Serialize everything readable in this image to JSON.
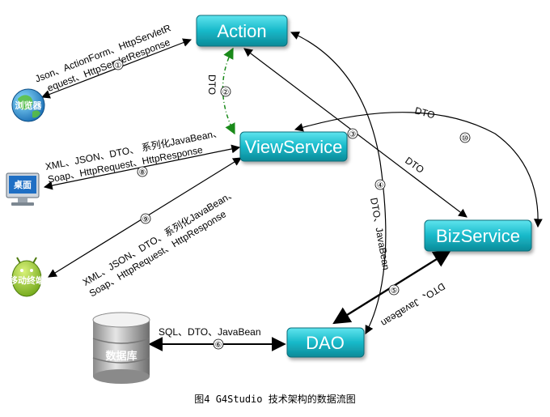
{
  "nodes": {
    "action": "Action",
    "viewservice": "ViewService",
    "bizservice": "BizService",
    "dao": "DAO"
  },
  "clients": {
    "browser": "浏览器",
    "desktop": "桌面",
    "mobile": "移动终端",
    "database": "数据库"
  },
  "edges": {
    "browser_action": {
      "line1": "Json、ActionForm、HttpServletR",
      "line2": "equest、HttpServletResponse",
      "num": "①"
    },
    "action_viewservice": {
      "label": "DTO",
      "num": "②"
    },
    "desktop_viewservice": {
      "line1": "XML、JSON、DTO、 系列化JavaBean、",
      "line2": "Soap、HttpRequest、HttpResponse",
      "num": "⑧"
    },
    "mobile_viewservice": {
      "line1": "XML、JSON、DTO、系列化JavaBean、",
      "line2": "Soap、HttpRequest、HttpResponse",
      "num": "⑨"
    },
    "action_bizservice": {
      "label": "DTO",
      "num": "③"
    },
    "viewservice_bizservice": {
      "label": "DTO",
      "num": "⑩"
    },
    "action_dao": {
      "label": "DTO、JavaBean",
      "num": "④"
    },
    "bizservice_dao": {
      "label": "DTO、JavaBean",
      "num": "⑤"
    },
    "database_dao": {
      "label": "SQL、DTO、JavaBean",
      "num": "⑥"
    }
  },
  "caption": "图4 G4Studio 技术架构的数据流图"
}
